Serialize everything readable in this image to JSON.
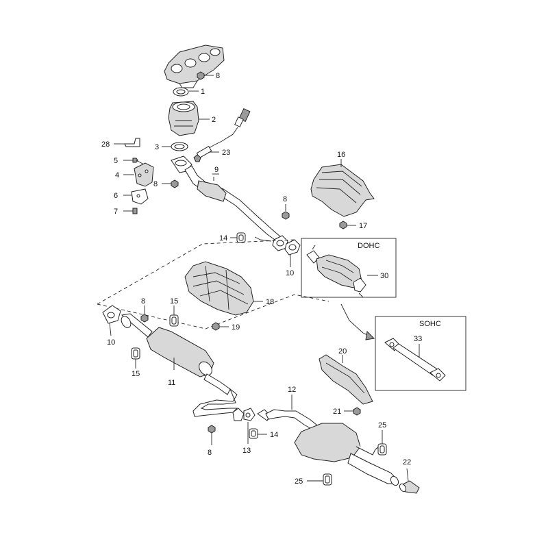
{
  "boxes": {
    "dohc": "DOHC",
    "sohc": "SOHC"
  },
  "labels": {
    "l1": "1",
    "l2": "2",
    "l3": "3",
    "l4": "4",
    "l5": "5",
    "l6": "6",
    "l7": "7",
    "l8a": "8",
    "l8b": "8",
    "l8c": "8",
    "l8d": "8",
    "l8e": "8",
    "l9": "9",
    "l10a": "10",
    "l10b": "10",
    "l11": "11",
    "l12": "12",
    "l13": "13",
    "l14a": "14",
    "l14b": "14",
    "l15a": "15",
    "l15b": "15",
    "l16": "16",
    "l17": "17",
    "l18": "18",
    "l19": "19",
    "l20": "20",
    "l21": "21",
    "l22": "22",
    "l23": "23",
    "l25a": "25",
    "l25b": "25",
    "l28": "28",
    "l30": "30",
    "l33": "33"
  }
}
